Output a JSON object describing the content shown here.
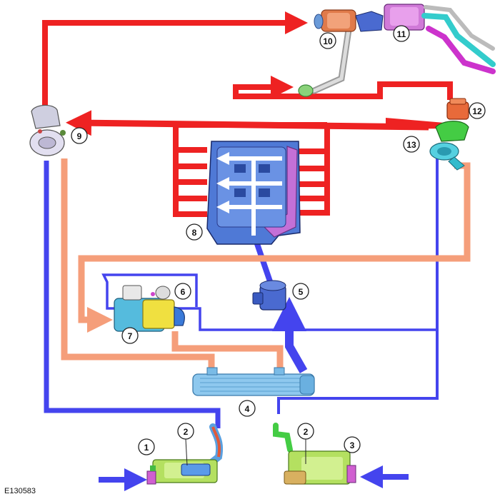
{
  "callouts": [
    "1",
    "2",
    "2",
    "3",
    "4",
    "5",
    "6",
    "7",
    "8",
    "9",
    "10",
    "11",
    "12",
    "13"
  ],
  "reference": "E130583",
  "colors": {
    "exhaust": "#ee2222",
    "cool_charge": "#4444ee",
    "warm_charge": "#f59e7a",
    "intercooler": "#8ec8ee",
    "engine_block": "#4f79d6",
    "catalyst": "#e07a4a",
    "filter": "#d07ad8",
    "pipe": "#bdbdbd",
    "turbo": "#ddd8e8",
    "throttle": "#f0e040",
    "aftercooler": "#b4e060",
    "wastegate": "#e86a3a",
    "compressor": "#44cc44"
  },
  "icons": [
    "flow-arrow-icon",
    "turbocharger-icon",
    "intercooler-icon",
    "throttle-body-icon",
    "engine-icon",
    "air-filter-icon"
  ]
}
